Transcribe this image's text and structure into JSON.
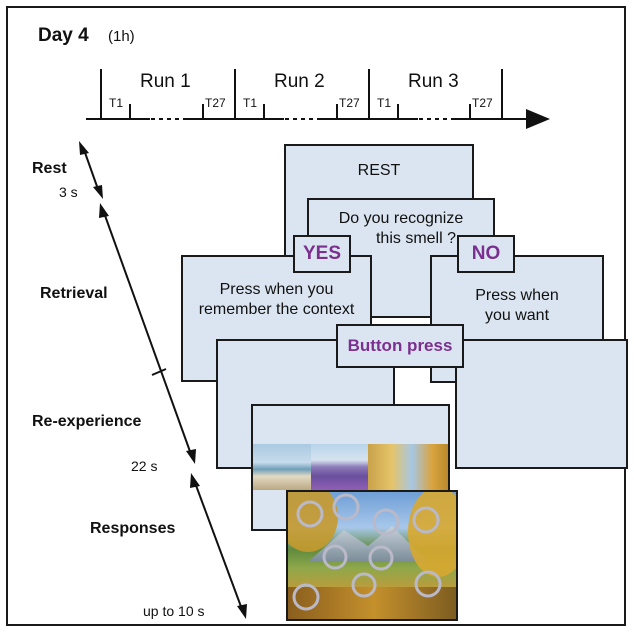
{
  "header": {
    "day": "Day 4",
    "duration": "(1h)"
  },
  "timeline": {
    "runs": [
      "Run 1",
      "Run 2",
      "Run 3"
    ],
    "trial_first": "T1",
    "trial_last": "T27"
  },
  "phases": {
    "rest": "Rest",
    "rest_duration": "3 s",
    "retrieval": "Retrieval",
    "reexperience": "Re-experience",
    "retrieval_duration": "22 s",
    "responses": "Responses",
    "responses_duration": "up to 10 s"
  },
  "screens": {
    "rest_text": "REST",
    "question_line1": "Do you recognize",
    "question_line2": "this smell ?",
    "yes": "YES",
    "no": "NO",
    "yes_line1": "Press when you",
    "yes_line2": "remember the context",
    "no_line1": "Press when",
    "no_line2": "you want",
    "button_press": "Button press"
  },
  "colors": {
    "screen_fill": "#dbe5f1",
    "accent_purple": "#7b2f8e"
  }
}
